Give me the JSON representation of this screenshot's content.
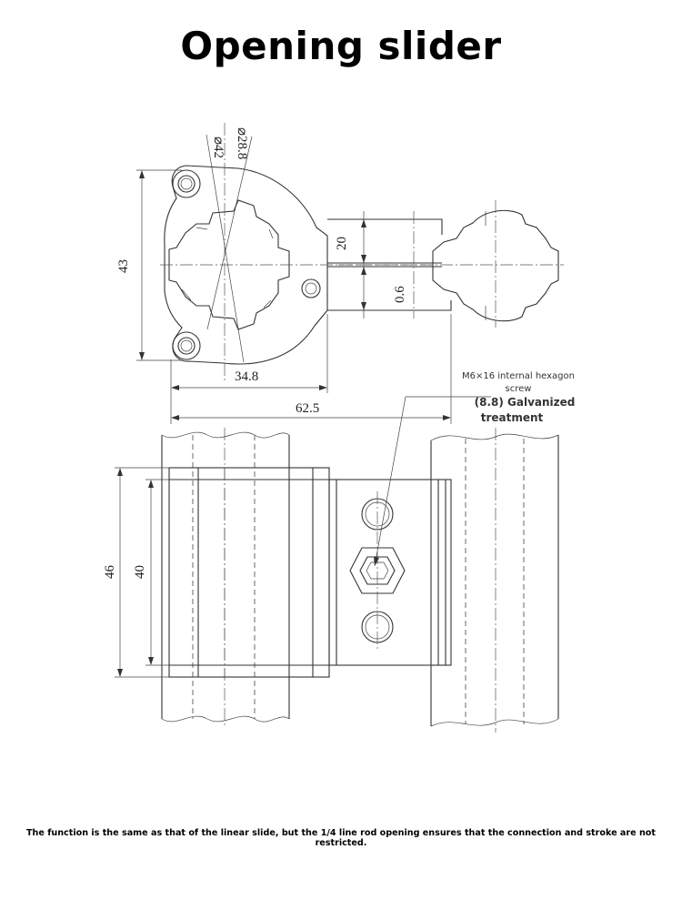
{
  "title": "Opening slider",
  "dimensions": {
    "dia_outer": "⌀42",
    "dia_inner": "⌀28.8",
    "height_43": "43",
    "width_34_8": "34.8",
    "width_62_5": "62.5",
    "gap_20": "20",
    "gap_0_6": "0.6",
    "height_46": "46",
    "height_40": "40"
  },
  "annotation": {
    "screw_line1": "M6×16 internal hexagon",
    "screw_line2": "screw",
    "treatment_line1": "(8.8) Galvanized",
    "treatment_line2": "treatment"
  },
  "footer": "The function is the same as that of the linear slide, but the 1/4 line rod opening ensures that the connection and stroke are not restricted."
}
